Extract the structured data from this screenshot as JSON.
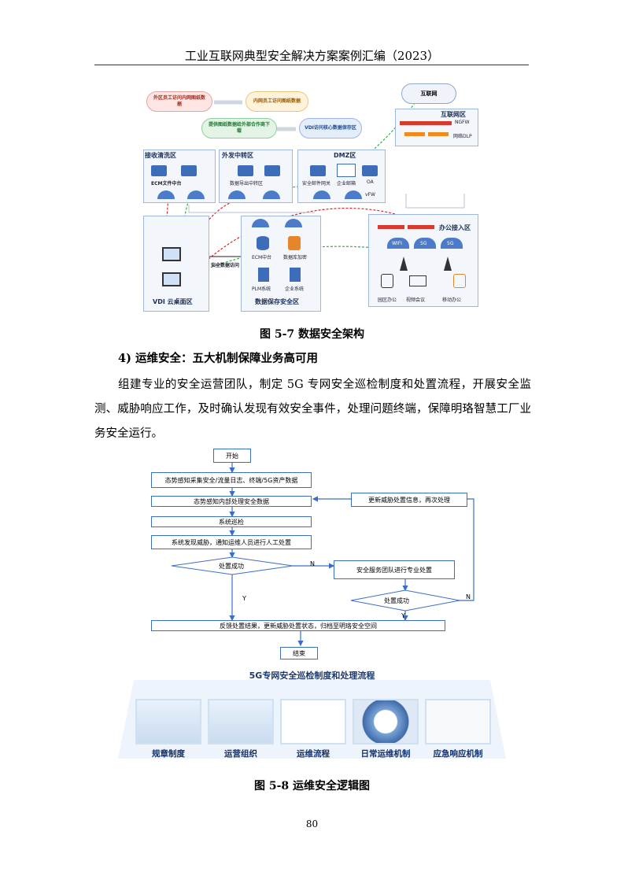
{
  "header": {
    "title": "工业互联网典型安全解决方案案例汇编（2023）"
  },
  "figure1": {
    "caption": "图 5-7 数据安全架构",
    "flows": [
      "外区员工访问内网图纸数据",
      "内网员工访问图纸数据",
      "提供图纸数据给外部合作商下载",
      "VDI访问核心数据保存区"
    ],
    "internet": "互联网",
    "internet_zone": "互联网区",
    "ngfw": "NGFW",
    "dlp": "网络DLP",
    "zones": {
      "receive": "接收清洗区",
      "transfer": "外发中转区",
      "dmz": "DMZ区",
      "vdi": "VDI 云桌面区",
      "data_save": "数据保存安全区",
      "office": "办公接入区"
    },
    "nodes": {
      "ecm_file": "ECM文件中台",
      "export": "数据导出中转区",
      "mail_gw": "安全邮件网关",
      "ent_mail": "企业邮箱",
      "oa": "OA",
      "vfw": "vFW",
      "ecm": "ECM中台",
      "db_encrypt": "数据库加密",
      "plm": "PLM系统",
      "enterprise": "企业系统",
      "secure_access": "安全数据访问",
      "campus": "园区办公",
      "video": "视频会议",
      "mobile": "移动办公",
      "wifi": "WIFI",
      "g5": "5G",
      "g5b": "5G"
    }
  },
  "section": {
    "title": "4) 运维安全：五大机制保障业务高可用",
    "paragraph": "组建专业的安全运营团队，制定 5G 专网安全巡检制度和处置流程，开展安全监测、威胁响应工作，及时确认发现有效安全事件，处理问题终端，保障明珞智慧工厂业务安全运行。"
  },
  "flowchart": {
    "start": "开始",
    "step1": "态势感知采集安全/流量日志、终端/5G资产数据",
    "step2": "态势感知内部处理安全数据",
    "step3": "系统巡检",
    "step4": "系统发现威胁，通知运维人员进行人工处置",
    "decision1": "处置成功",
    "step5": "安全服务团队进行专业处置",
    "decision2": "处置成功",
    "update": "更新威胁处置信息，再次处理",
    "step6": "反馈处置结果，更新威胁处置状态，归档至明珞安全空间",
    "end": "结束",
    "n1": "N",
    "y1": "Y",
    "n2": "N",
    "y2": "Y"
  },
  "strip": {
    "title": "5G专网安全巡检制度和处理流程",
    "items": [
      "规章制度",
      "运营组织",
      "运维流程",
      "日常运维机制",
      "应急响应机制"
    ]
  },
  "figure2": {
    "caption": "图 5-8 运维安全逻辑图"
  },
  "page": {
    "number": "80"
  }
}
